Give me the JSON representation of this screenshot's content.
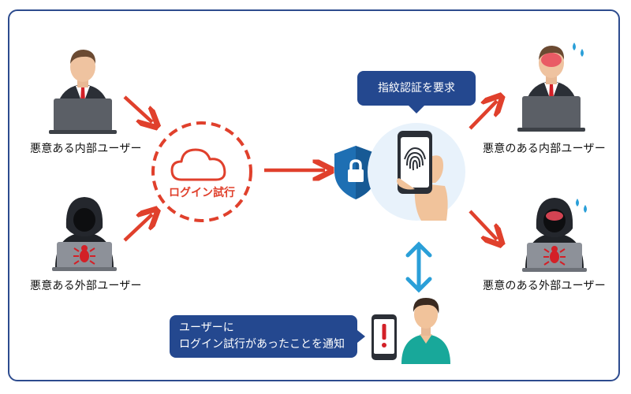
{
  "labels": {
    "insider_attacker": "悪意ある内部ユーザー",
    "outsider_attacker": "悪意ある外部ユーザー",
    "insider_result": "悪意のある内部ユーザー",
    "outsider_result": "悪意のある外部ユーザー",
    "login_attempt": "ログイン試行"
  },
  "bubbles": {
    "fingerprint_request": "指紋認証を要求",
    "notify_line1": "ユーザーに",
    "notify_line2": "ログイン試行があったことを通知"
  },
  "colors": {
    "frame": "#2d4b8e",
    "arrow_red": "#e0402c",
    "arrow_blue": "#2a9fd8",
    "bubble": "#24488f",
    "shield": "#1e6fb3"
  },
  "icons": [
    "person-icon",
    "hacker-icon",
    "cloud-icon",
    "shield-lock-icon",
    "fingerprint-phone-icon",
    "alert-phone-icon",
    "sweat-icon",
    "bug-icon"
  ]
}
